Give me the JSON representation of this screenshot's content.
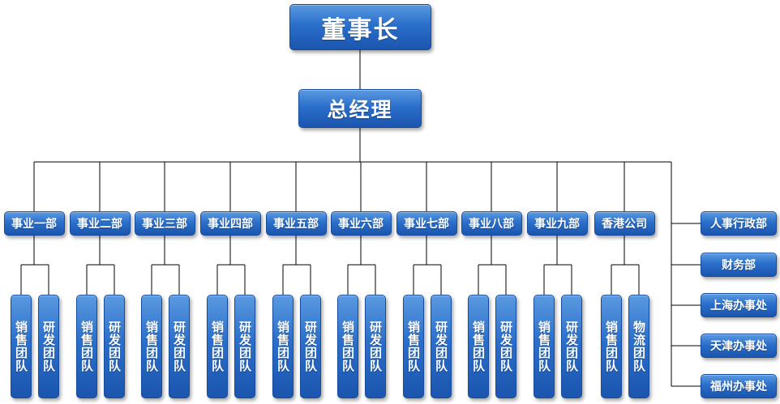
{
  "chairman": "董事长",
  "general_manager": "总经理",
  "departments": [
    {
      "name": "事业一部",
      "teams": [
        "销售团队",
        "研发团队"
      ]
    },
    {
      "name": "事业二部",
      "teams": [
        "销售团队",
        "研发团队"
      ]
    },
    {
      "name": "事业三部",
      "teams": [
        "销售团队",
        "研发团队"
      ]
    },
    {
      "name": "事业四部",
      "teams": [
        "销售团队",
        "研发团队"
      ]
    },
    {
      "name": "事业五部",
      "teams": [
        "销售团队",
        "研发团队"
      ]
    },
    {
      "name": "事业六部",
      "teams": [
        "销售团队",
        "研发团队"
      ]
    },
    {
      "name": "事业七部",
      "teams": [
        "销售团队",
        "研发团队"
      ]
    },
    {
      "name": "事业八部",
      "teams": [
        "销售团队",
        "研发团队"
      ]
    },
    {
      "name": "事业九部",
      "teams": [
        "销售团队",
        "研发团队"
      ]
    },
    {
      "name": "香港公司",
      "teams": [
        "销售团队",
        "物流团队"
      ]
    }
  ],
  "side_units": [
    "人事行政部",
    "财务部",
    "上海办事处",
    "天津办事处",
    "福州办事处"
  ],
  "colors": {
    "box": "#2a6fcb",
    "line": "#000000"
  }
}
